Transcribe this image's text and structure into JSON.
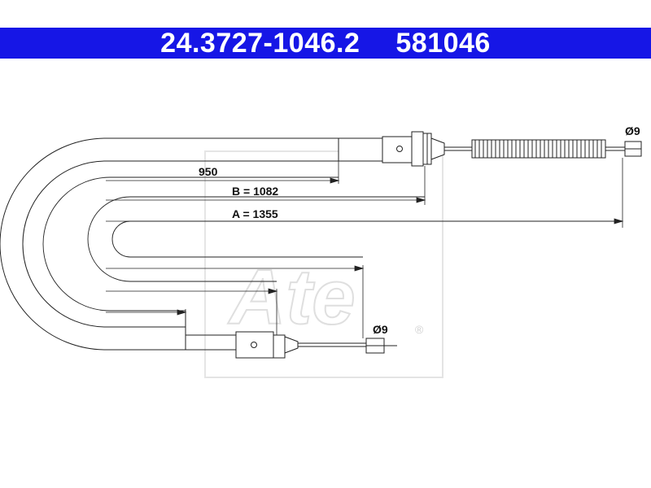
{
  "header": {
    "part_number": "24.3727-1046.2",
    "ref_number": "581046",
    "background_color": "#1616e6",
    "text_color": "#ffffff"
  },
  "dimensions": {
    "dim_950": "950",
    "dim_b": "B = 1082",
    "dim_a": "A = 1355",
    "end_top_diameter": "Ø9",
    "end_bottom_diameter": "Ø9"
  },
  "watermark": {
    "logo_text": "Ate",
    "registered_mark": "®"
  }
}
